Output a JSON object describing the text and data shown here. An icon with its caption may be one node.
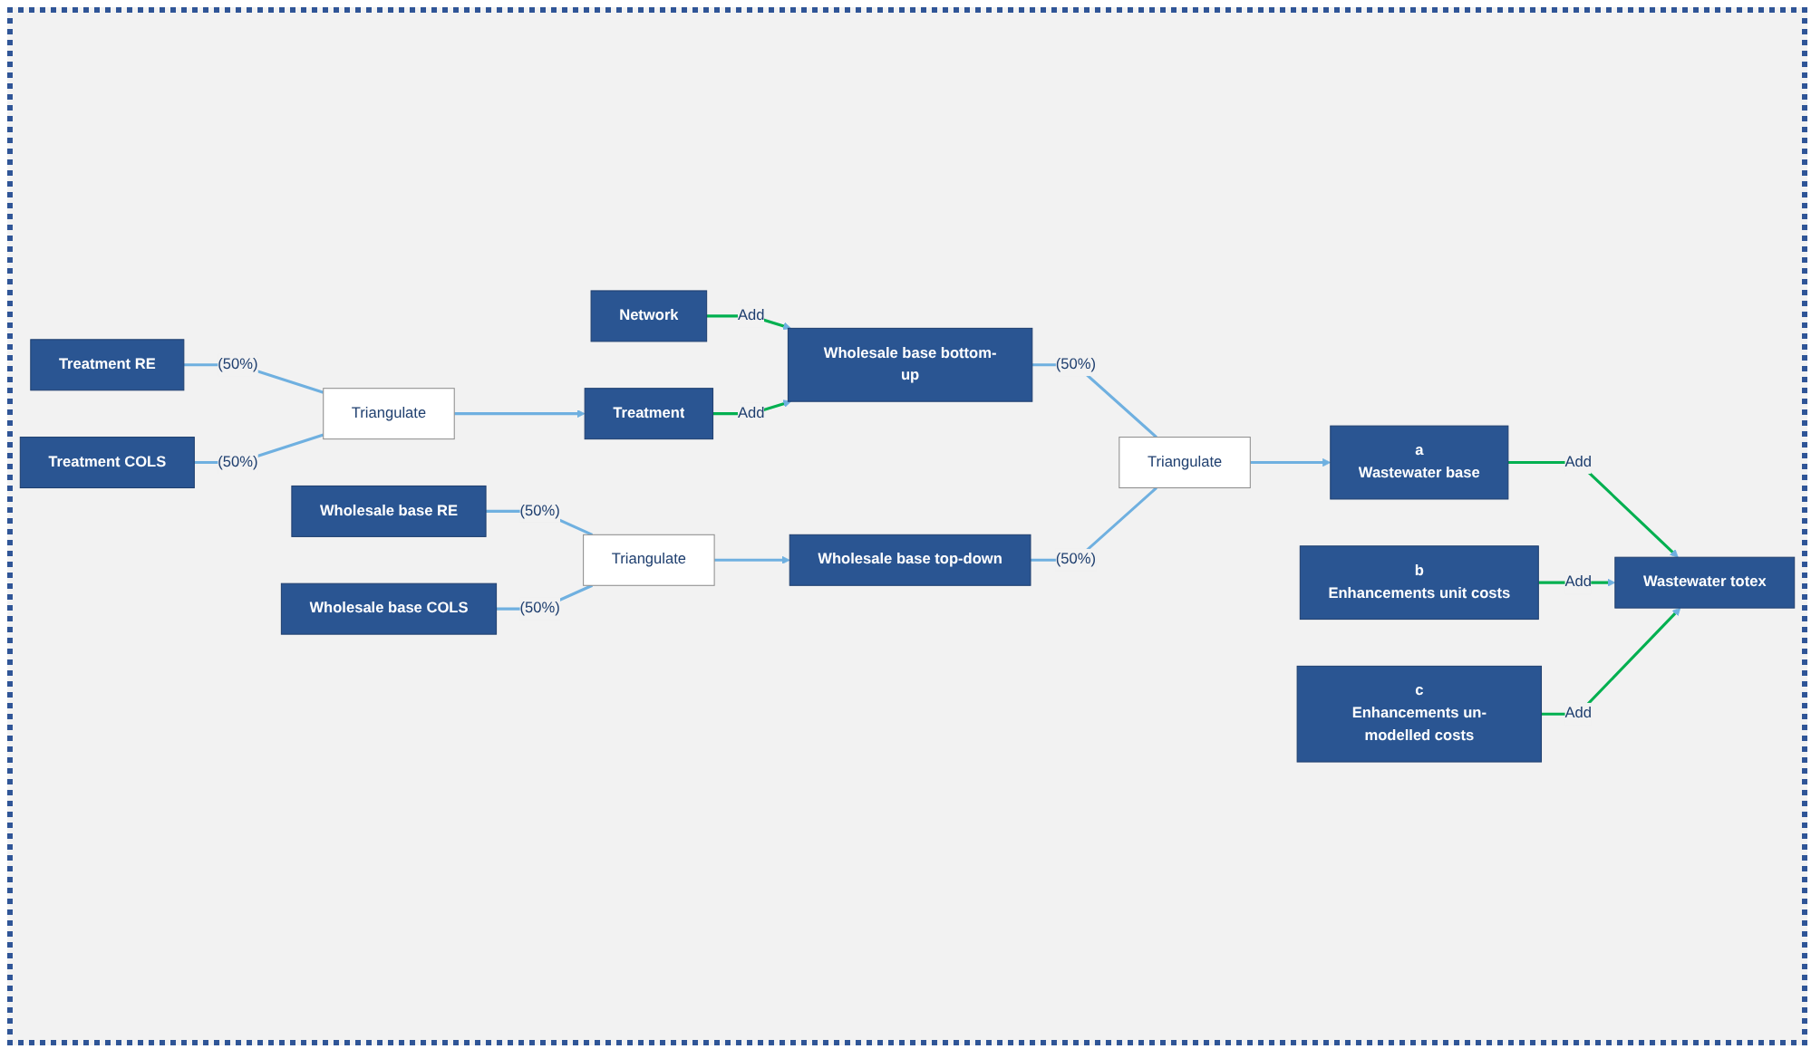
{
  "diagram": {
    "nodes": [
      {
        "text": [
          "Network"
        ]
      },
      {
        "text": [
          "Wholesale base bottom-up"
        ]
      },
      {
        "text": [
          "Treatment RE"
        ]
      },
      {
        "text": [
          "Triangulate"
        ]
      },
      {
        "text": [
          "Treatment"
        ]
      },
      {
        "text": [
          "Treatment COLS"
        ]
      },
      {
        "text": [
          "a",
          "Wastewater base"
        ]
      },
      {
        "text": [
          "Triangulate"
        ]
      },
      {
        "text": [
          "Wholesale base RE"
        ]
      },
      {
        "text": [
          "Triangulate"
        ]
      },
      {
        "text": [
          "Wholesale base top-down"
        ]
      },
      {
        "text": [
          "Wholesale base COLS"
        ]
      },
      {
        "text": [
          "b",
          "Enhancements unit costs"
        ]
      },
      {
        "text": [
          "Wastewater totex"
        ]
      },
      {
        "text": [
          "c",
          "Enhancements un-modelled costs"
        ]
      }
    ],
    "edges": [
      {
        "from": 0,
        "to": 1,
        "arrow": "to",
        "label": "Add",
        "color": "#00b050"
      },
      {
        "from": 4,
        "to": 1,
        "arrow": "to",
        "label": "Add",
        "color": "#00b050"
      },
      {
        "from": 2,
        "to": 3,
        "arrow": "none",
        "label": "(50%)"
      },
      {
        "from": 5,
        "to": 3,
        "arrow": "none",
        "label": "(50%)"
      },
      {
        "from": 3,
        "to": 4,
        "arrow": "to"
      },
      {
        "from": 1,
        "to": 7,
        "arrow": "none",
        "label": "(50%)"
      },
      {
        "from": 10,
        "to": 7,
        "arrow": "none",
        "label": "(50%)"
      },
      {
        "from": 7,
        "to": 6,
        "arrow": "to"
      },
      {
        "from": 8,
        "to": 9,
        "arrow": "none",
        "label": "(50%)"
      },
      {
        "from": 11,
        "to": 9,
        "arrow": "none",
        "label": "(50%)"
      },
      {
        "from": 9,
        "to": 10,
        "arrow": "to"
      },
      {
        "from": 6,
        "to": 13,
        "arrow": "to",
        "label": "Add",
        "color": "#00b050"
      },
      {
        "from": 12,
        "to": 13,
        "arrow": "to",
        "label": "Add",
        "color": "#00b050"
      },
      {
        "from": 14,
        "to": 13,
        "arrow": "to",
        "label": "Add",
        "color": "#00b050"
      }
    ]
  }
}
